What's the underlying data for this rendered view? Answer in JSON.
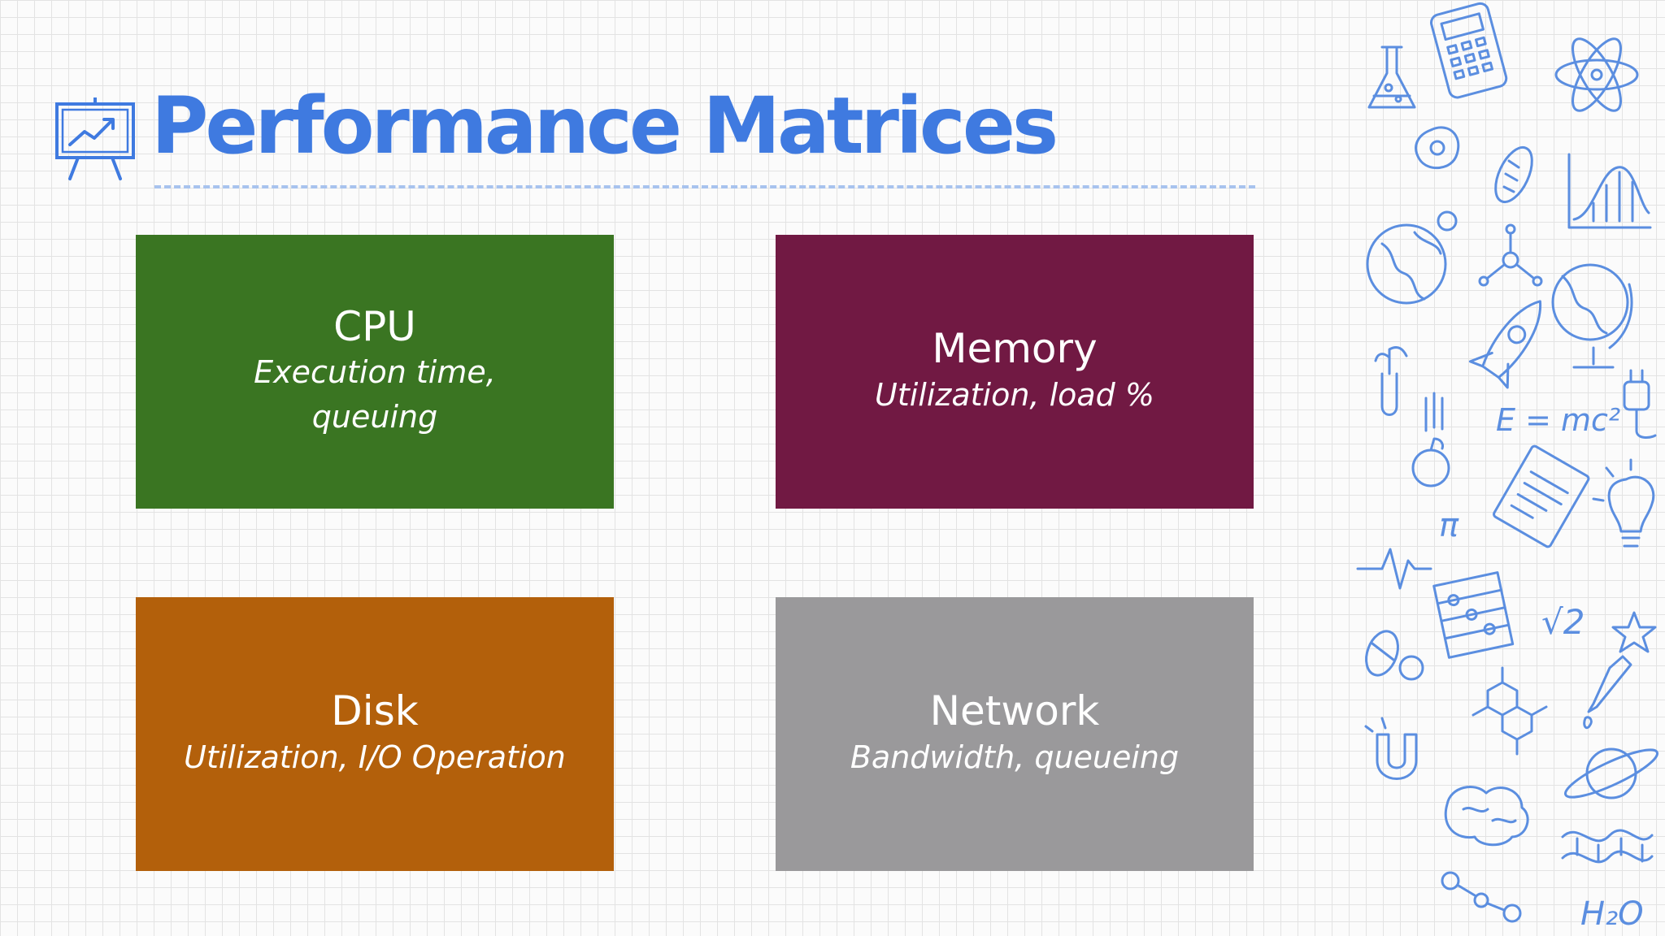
{
  "slide": {
    "title": "Performance Matrices",
    "title_color": "#3f7ae0",
    "cards": [
      {
        "title": "CPU",
        "subtitle": "Execution time,\nqueuing",
        "color": "#3a7522"
      },
      {
        "title": "Memory",
        "subtitle": "Utilization, load %",
        "color": "#711943"
      },
      {
        "title": "Disk",
        "subtitle": "Utilization, I/O Operation",
        "color": "#b3600b"
      },
      {
        "title": "Network",
        "subtitle": "Bandwidth, queueing",
        "color": "#9a999b"
      }
    ]
  },
  "doodles": {
    "equation": "E = mc²",
    "sqrt": "√2",
    "pi": "π",
    "water": "H₂O"
  }
}
